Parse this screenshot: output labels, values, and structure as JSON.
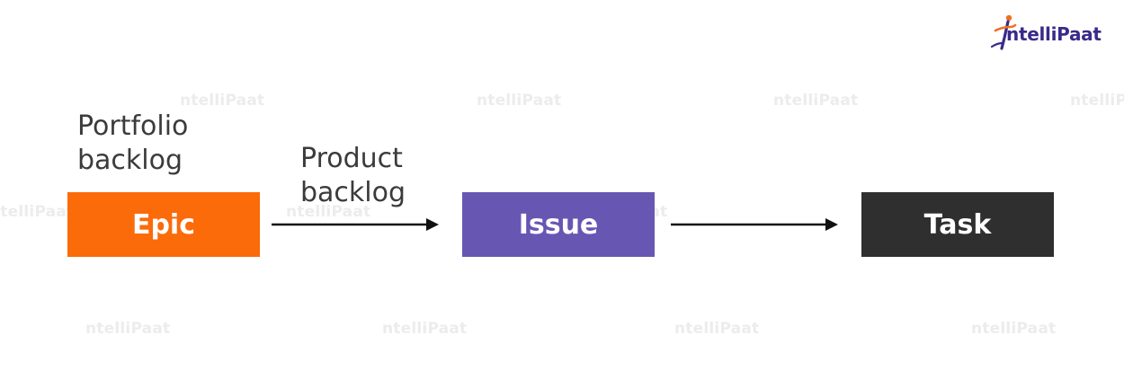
{
  "brand": {
    "logo_text": "ntelliPaat",
    "watermark_text": "ntelliPaat",
    "logo_color": "#3a2a8a",
    "logo_accent": "#f26f21"
  },
  "labels": {
    "portfolio_line1": "Portfolio",
    "portfolio_line2": "backlog",
    "product_line1": "Product",
    "product_line2": "backlog"
  },
  "nodes": [
    {
      "label": "Epic",
      "color": "#fb6b09"
    },
    {
      "label": "Issue",
      "color": "#6856b3"
    },
    {
      "label": "Task",
      "color": "#2f2f2f"
    }
  ],
  "arrow_color": "#111111"
}
